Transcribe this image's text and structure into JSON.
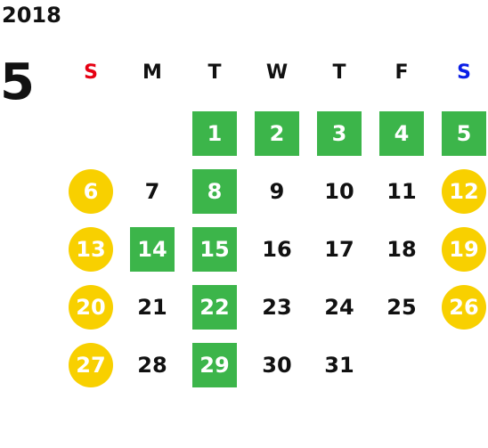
{
  "calendar": {
    "year": "2018",
    "month": "5",
    "weekdays": [
      {
        "label": "S",
        "kind": "sun"
      },
      {
        "label": "M",
        "kind": ""
      },
      {
        "label": "T",
        "kind": ""
      },
      {
        "label": "W",
        "kind": ""
      },
      {
        "label": "T",
        "kind": ""
      },
      {
        "label": "F",
        "kind": ""
      },
      {
        "label": "S",
        "kind": "sat"
      }
    ],
    "weeks": [
      [
        {
          "day": "",
          "style": ""
        },
        {
          "day": "",
          "style": ""
        },
        {
          "day": "1",
          "style": "green"
        },
        {
          "day": "2",
          "style": "green"
        },
        {
          "day": "3",
          "style": "green"
        },
        {
          "day": "4",
          "style": "green"
        },
        {
          "day": "5",
          "style": "green"
        }
      ],
      [
        {
          "day": "6",
          "style": "yellow"
        },
        {
          "day": "7",
          "style": ""
        },
        {
          "day": "8",
          "style": "green"
        },
        {
          "day": "9",
          "style": ""
        },
        {
          "day": "10",
          "style": ""
        },
        {
          "day": "11",
          "style": ""
        },
        {
          "day": "12",
          "style": "yellow"
        }
      ],
      [
        {
          "day": "13",
          "style": "yellow"
        },
        {
          "day": "14",
          "style": "green"
        },
        {
          "day": "15",
          "style": "green"
        },
        {
          "day": "16",
          "style": ""
        },
        {
          "day": "17",
          "style": ""
        },
        {
          "day": "18",
          "style": ""
        },
        {
          "day": "19",
          "style": "yellow"
        }
      ],
      [
        {
          "day": "20",
          "style": "yellow"
        },
        {
          "day": "21",
          "style": ""
        },
        {
          "day": "22",
          "style": "green"
        },
        {
          "day": "23",
          "style": ""
        },
        {
          "day": "24",
          "style": ""
        },
        {
          "day": "25",
          "style": ""
        },
        {
          "day": "26",
          "style": "yellow"
        }
      ],
      [
        {
          "day": "27",
          "style": "yellow"
        },
        {
          "day": "28",
          "style": ""
        },
        {
          "day": "29",
          "style": "green"
        },
        {
          "day": "30",
          "style": ""
        },
        {
          "day": "31",
          "style": ""
        },
        {
          "day": "",
          "style": ""
        },
        {
          "day": "",
          "style": ""
        }
      ]
    ]
  },
  "colors": {
    "green": "#3cb54a",
    "yellow": "#f8d000",
    "sunday": "#e60012",
    "saturday": "#0a1ee6"
  }
}
